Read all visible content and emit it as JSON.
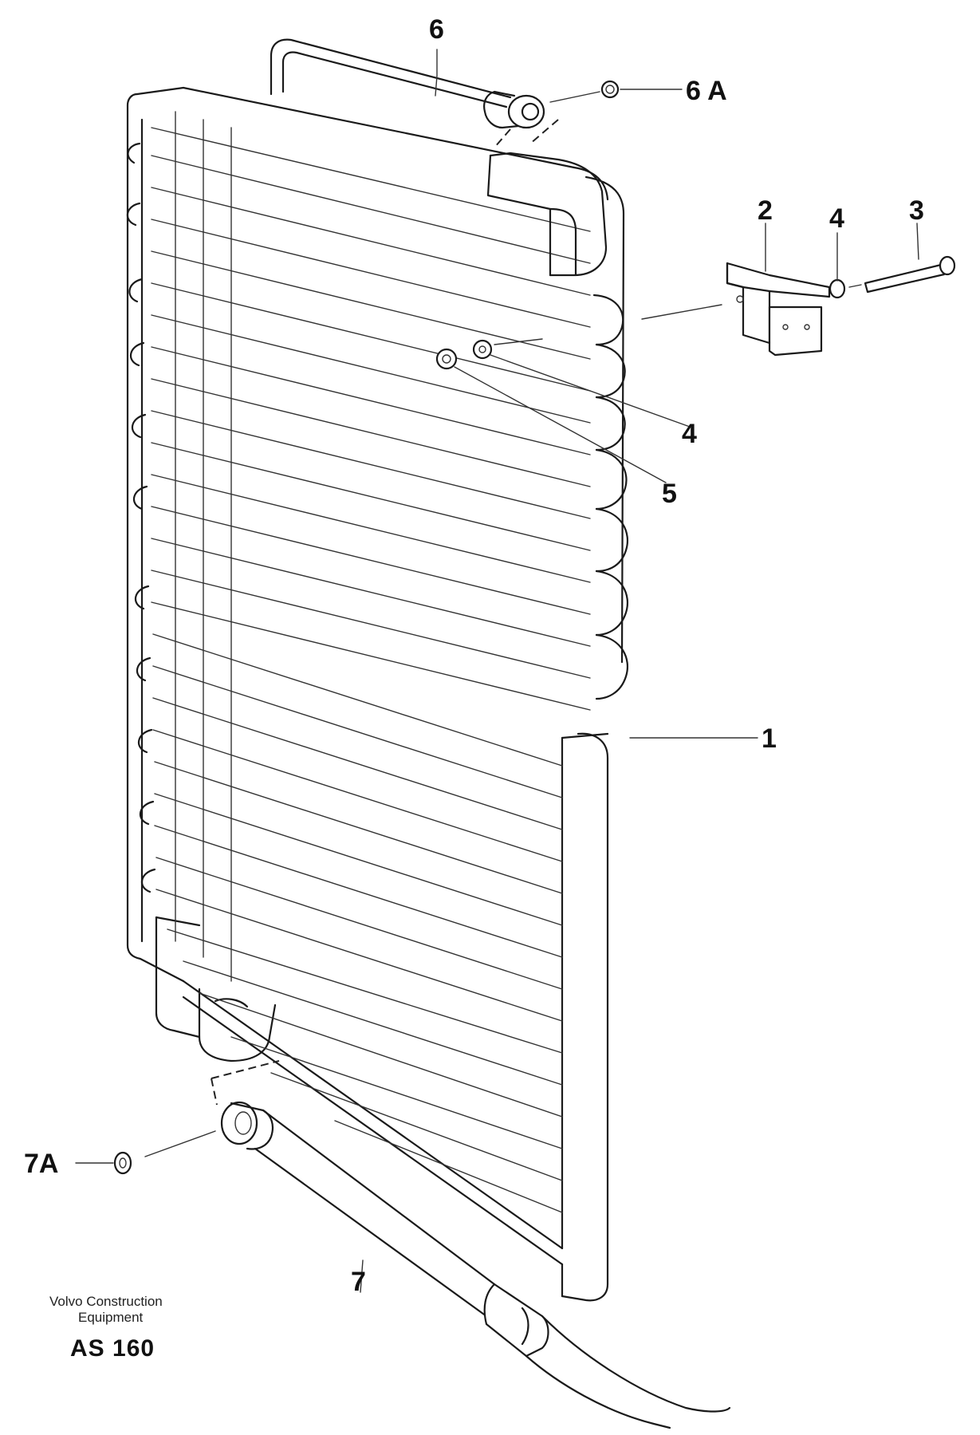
{
  "callouts": {
    "part_1": "1",
    "part_2": "2",
    "part_3": "3",
    "part_4_top": "4",
    "part_4_mid": "4",
    "part_5": "5",
    "part_6": "6",
    "part_6a": "6 A",
    "part_7": "7",
    "part_7a": "7A"
  },
  "footer": {
    "company_line1": "Volvo Construction",
    "company_line2": "Equipment",
    "code": "AS 160"
  }
}
